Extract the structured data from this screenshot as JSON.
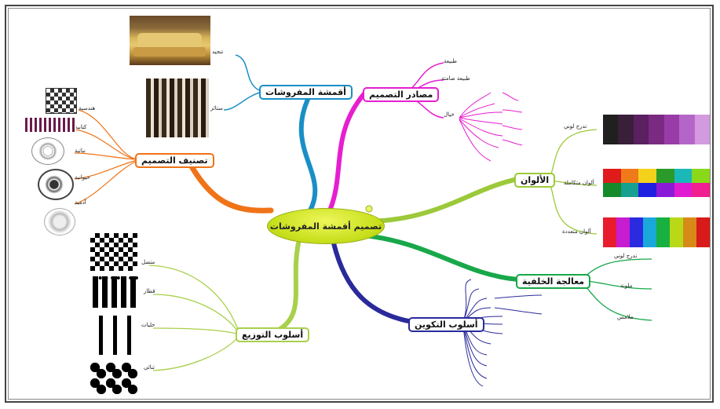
{
  "center": {
    "title": "تصميم أقمشة المفروشات"
  },
  "branches": {
    "usage": {
      "title": "أقمشة المفروشات",
      "children": [
        "تنجيد",
        "ستائر"
      ]
    },
    "source": {
      "title": "مصادر التصميم",
      "children": [
        "طبيعة",
        "طبيعة صامتة",
        "خيال"
      ]
    },
    "classify": {
      "title": "تصنيف التصميم",
      "children": [
        "هندسية",
        "كتابية",
        "نباتية",
        "حيوانية",
        "آدمية"
      ]
    },
    "colors": {
      "title": "الألوان",
      "children": [
        "تدرج لوني",
        "ألوان متكاملة",
        "ألوان متعددة"
      ]
    },
    "bg": {
      "title": "معالجة الخلفية",
      "children": [
        "تدرج لوني",
        "ملونة",
        "ملامس"
      ]
    },
    "method": {
      "title": "أسلوب التكوين"
    },
    "distrib": {
      "title": "أسلوب التوزيع",
      "children": [
        "متصل",
        "قطار",
        "حليات",
        "ثنائي"
      ]
    }
  },
  "colors": {
    "accent_center": "#c7df1c",
    "usage": "#1a8fc6",
    "source": "#e61ed0",
    "classify": "#f07318",
    "colors": "#9cc93a",
    "bg": "#18a84a",
    "method": "#2a2a9c",
    "distrib": "#a8d04a"
  },
  "swatches": {
    "gradient": [
      "#202020",
      "#3a1f3a",
      "#5a2060",
      "#7a2a80",
      "#9a3ca8",
      "#b466c8",
      "#d39ae0"
    ],
    "complementary_top": [
      "#e01b1b",
      "#f07a1a",
      "#f3d21c",
      "#2a9a2a",
      "#1ab8b8",
      "#8ad81a"
    ],
    "complementary_bottom": [
      "#148a2a",
      "#16a090",
      "#2020e0",
      "#8a1ad8",
      "#e01ad0",
      "#f02090"
    ],
    "multi": [
      "#e81c2c",
      "#c81cd0",
      "#2a2ae0",
      "#1aa8d8",
      "#18b040",
      "#b8d818",
      "#d88a18",
      "#d81a1a"
    ]
  }
}
